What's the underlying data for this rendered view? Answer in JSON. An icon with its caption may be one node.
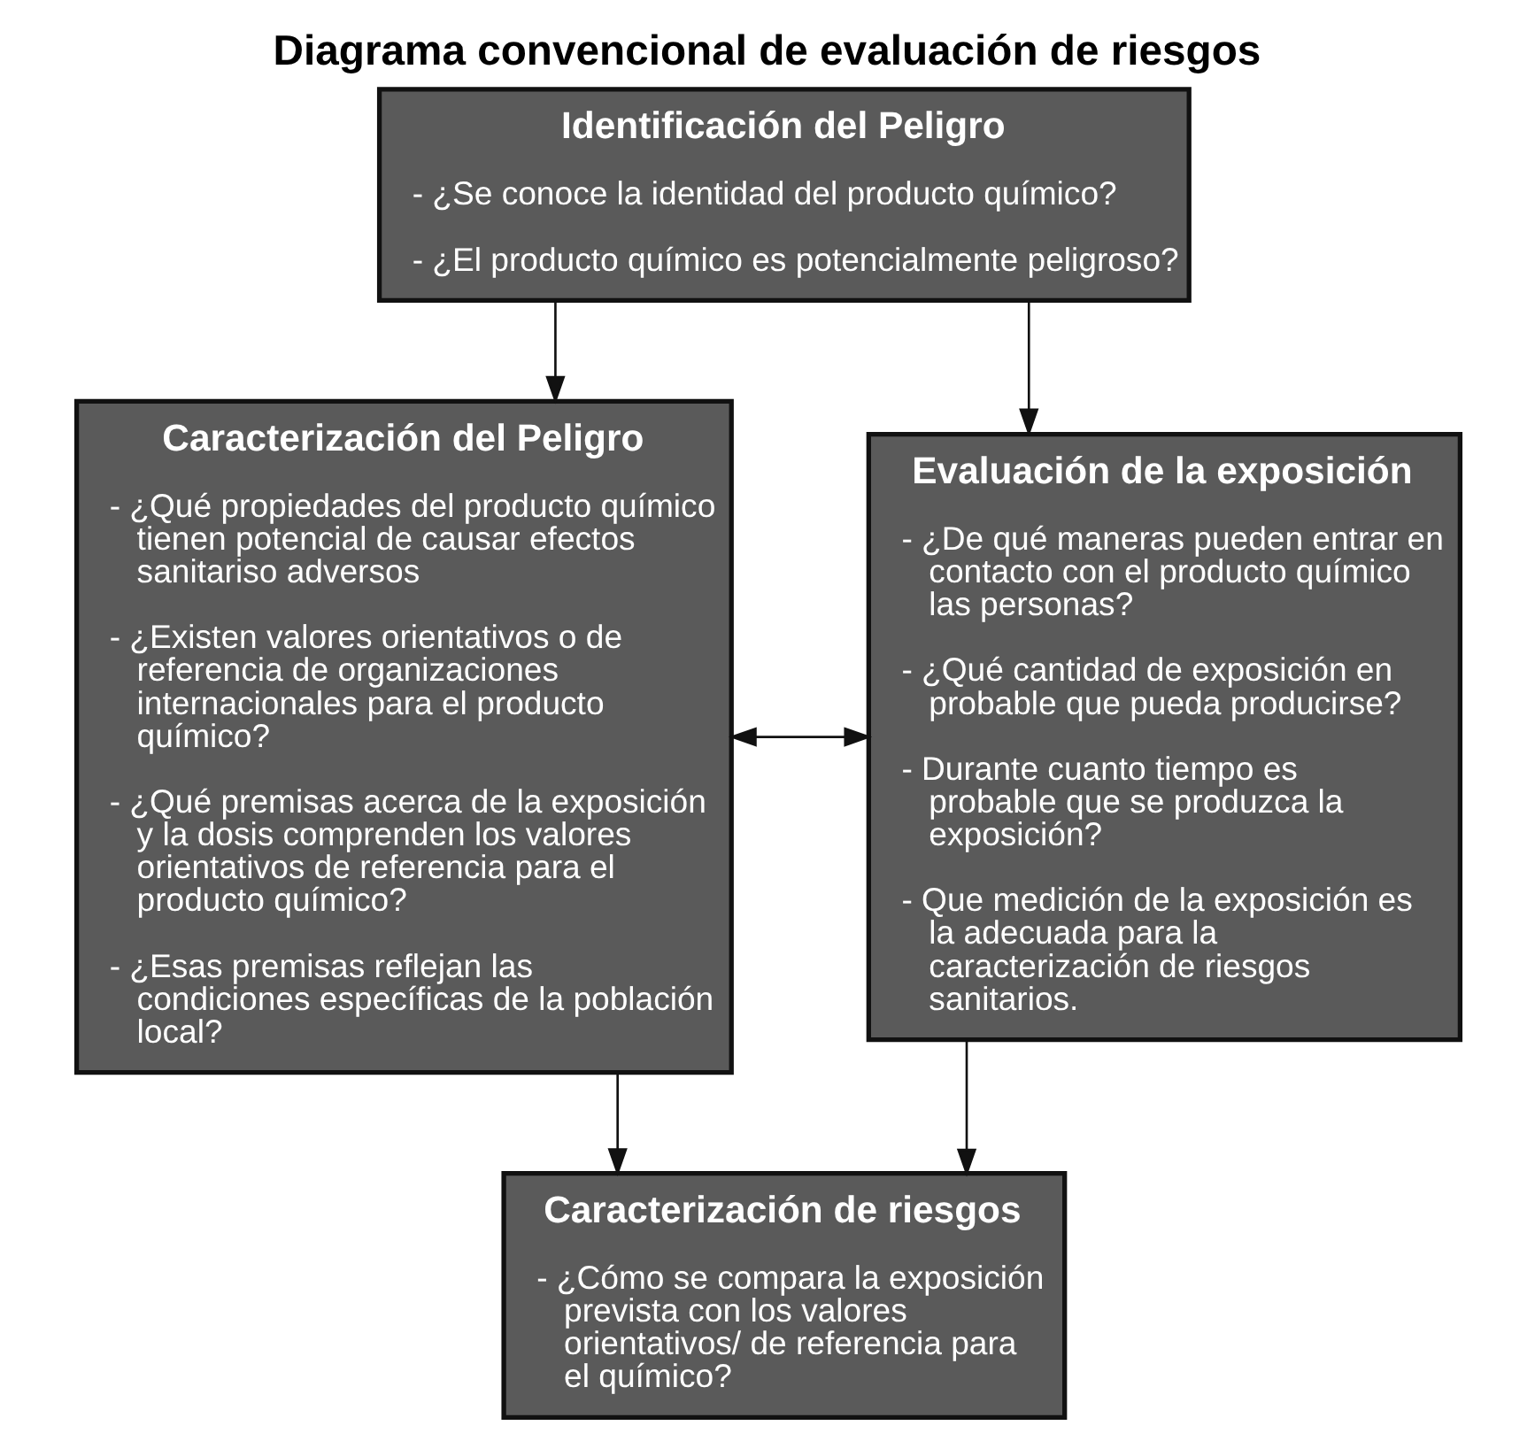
{
  "diagram": {
    "title": "Diagrama convencional de evaluación de riesgos",
    "nodes": [
      {
        "text": [
          "Identificación del Peligro",
          "- ¿Se conoce la identidad del producto químico?",
          "- ¿El producto químico es potencialmente peligroso?"
        ]
      },
      {
        "text": [
          "Caracterización del Peligro",
          "- ¿Qué propiedades del producto químico tienen potencial de causar efectos sanitariso adversos",
          "- ¿Existen valores orientativos o de referencia de organizaciones internacionales para el producto químico?",
          "- ¿Qué premisas acerca de la exposición y la dosis comprenden los valores orientativos de referencia para el producto químico?",
          "- ¿Esas premisas reflejan las condiciones específicas de la población local?"
        ]
      },
      {
        "text": [
          "Evaluación de la exposición",
          "- ¿De qué maneras pueden entrar en contacto con el producto químico las personas?",
          "- ¿Qué cantidad de exposición en probable que pueda producirse?",
          "- Durante cuanto tiempo es probable que se produzca la exposición?",
          "- Que medición de la exposición es la adecuada para la caracterización de riesgos sanitarios."
        ]
      },
      {
        "text": [
          "Caracterización de riesgos",
          "- ¿Cómo se compara la exposición prevista con los valores orientativos/ de referencia para el químico?"
        ]
      }
    ],
    "edges": [
      {
        "from": 0,
        "to": 1,
        "arrow": "to"
      },
      {
        "from": 0,
        "to": 2,
        "arrow": "to"
      },
      {
        "from": 1,
        "to": 2,
        "arrow": "both"
      },
      {
        "from": 1,
        "to": 3,
        "arrow": "to"
      },
      {
        "from": 2,
        "to": 3,
        "arrow": "to"
      }
    ]
  }
}
